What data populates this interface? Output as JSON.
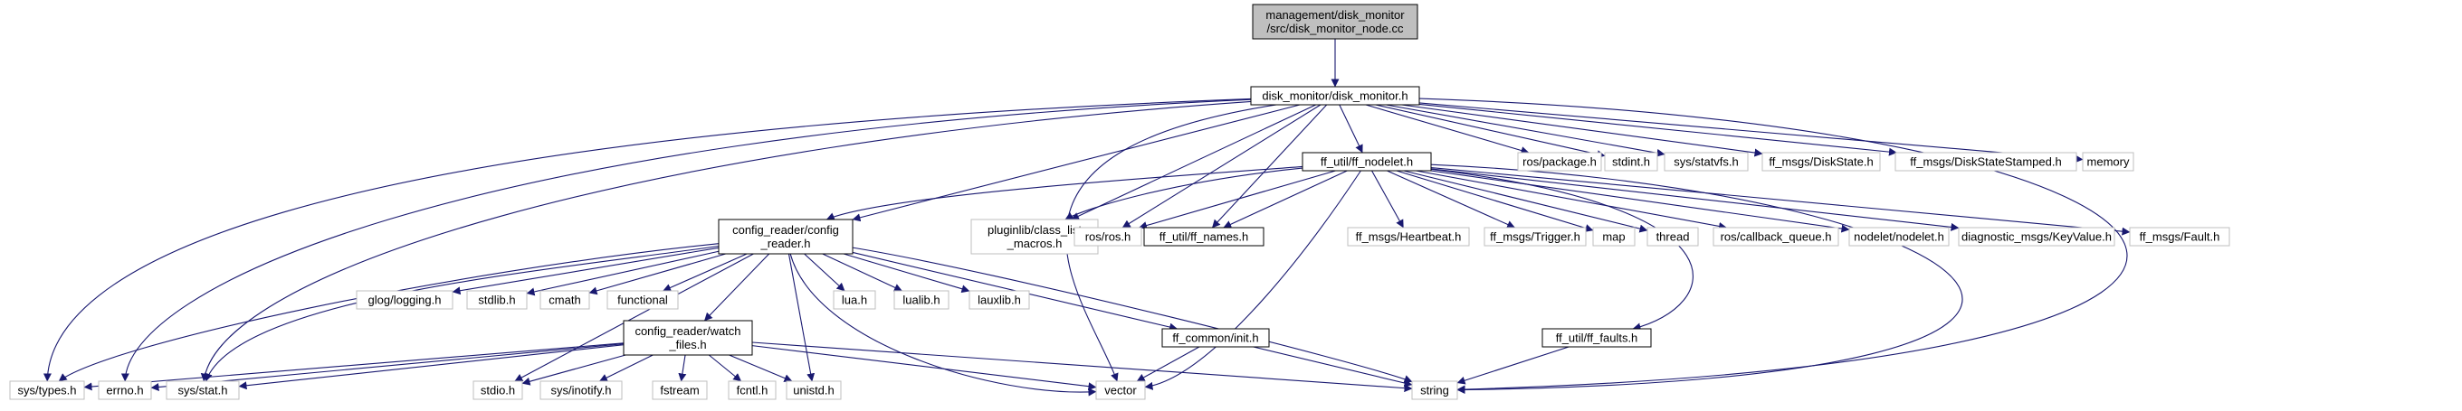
{
  "graph": {
    "colors": {
      "edge": "#191970",
      "root_fill": "#bfbfbf",
      "node_fill": "#ffffff",
      "documented_border": "#000000",
      "undocumented_border": "#bfbfbf"
    },
    "nodes": [
      {
        "id": "root",
        "lines": [
          "management/disk_monitor",
          "/src/disk_monitor_node.cc"
        ],
        "style": "root"
      },
      {
        "id": "disk_monitor_h",
        "lines": [
          "disk_monitor/disk_monitor.h"
        ],
        "style": "documented"
      },
      {
        "id": "ff_nodelet_h",
        "lines": [
          "ff_util/ff_nodelet.h"
        ],
        "style": "documented"
      },
      {
        "id": "config_reader_h",
        "lines": [
          "config_reader/config",
          "_reader.h"
        ],
        "style": "documented"
      },
      {
        "id": "watch_files_h",
        "lines": [
          "config_reader/watch",
          "_files.h"
        ],
        "style": "documented"
      },
      {
        "id": "ff_names_h",
        "lines": [
          "ff_util/ff_names.h"
        ],
        "style": "documented"
      },
      {
        "id": "ff_common_init_h",
        "lines": [
          "ff_common/init.h"
        ],
        "style": "documented"
      },
      {
        "id": "ff_faults_h",
        "lines": [
          "ff_util/ff_faults.h"
        ],
        "style": "documented"
      },
      {
        "id": "pluginlib",
        "lines": [
          "pluginlib/class_list",
          "_macros.h"
        ],
        "style": "external"
      },
      {
        "id": "ros_ros_h",
        "lines": [
          "ros/ros.h"
        ],
        "style": "external"
      },
      {
        "id": "ros_package_h",
        "lines": [
          "ros/package.h"
        ],
        "style": "external"
      },
      {
        "id": "stdint_h",
        "lines": [
          "stdint.h"
        ],
        "style": "external"
      },
      {
        "id": "sys_statvfs_h",
        "lines": [
          "sys/statvfs.h"
        ],
        "style": "external"
      },
      {
        "id": "diskstate_h",
        "lines": [
          "ff_msgs/DiskState.h"
        ],
        "style": "external"
      },
      {
        "id": "diskstatestamped_h",
        "lines": [
          "ff_msgs/DiskStateStamped.h"
        ],
        "style": "external"
      },
      {
        "id": "memory",
        "lines": [
          "memory"
        ],
        "style": "external"
      },
      {
        "id": "heartbeat_h",
        "lines": [
          "ff_msgs/Heartbeat.h"
        ],
        "style": "external"
      },
      {
        "id": "trigger_h",
        "lines": [
          "ff_msgs/Trigger.h"
        ],
        "style": "external"
      },
      {
        "id": "map",
        "lines": [
          "map"
        ],
        "style": "external"
      },
      {
        "id": "thread",
        "lines": [
          "thread"
        ],
        "style": "external"
      },
      {
        "id": "callback_queue_h",
        "lines": [
          "ros/callback_queue.h"
        ],
        "style": "external"
      },
      {
        "id": "nodelet_h",
        "lines": [
          "nodelet/nodelet.h"
        ],
        "style": "external"
      },
      {
        "id": "keyvalue_h",
        "lines": [
          "diagnostic_msgs/KeyValue.h"
        ],
        "style": "external"
      },
      {
        "id": "fault_h",
        "lines": [
          "ff_msgs/Fault.h"
        ],
        "style": "external"
      },
      {
        "id": "glog_h",
        "lines": [
          "glog/logging.h"
        ],
        "style": "external"
      },
      {
        "id": "stdlib_h",
        "lines": [
          "stdlib.h"
        ],
        "style": "external"
      },
      {
        "id": "cmath",
        "lines": [
          "cmath"
        ],
        "style": "external"
      },
      {
        "id": "functional",
        "lines": [
          "functional"
        ],
        "style": "external"
      },
      {
        "id": "lua_h",
        "lines": [
          "lua.h"
        ],
        "style": "external"
      },
      {
        "id": "lualib_h",
        "lines": [
          "lualib.h"
        ],
        "style": "external"
      },
      {
        "id": "lauxlib_h",
        "lines": [
          "lauxlib.h"
        ],
        "style": "external"
      },
      {
        "id": "sys_types_h",
        "lines": [
          "sys/types.h"
        ],
        "style": "external"
      },
      {
        "id": "errno_h",
        "lines": [
          "errno.h"
        ],
        "style": "external"
      },
      {
        "id": "sys_stat_h",
        "lines": [
          "sys/stat.h"
        ],
        "style": "external"
      },
      {
        "id": "stdio_h",
        "lines": [
          "stdio.h"
        ],
        "style": "external"
      },
      {
        "id": "sys_inotify_h",
        "lines": [
          "sys/inotify.h"
        ],
        "style": "external"
      },
      {
        "id": "fstream",
        "lines": [
          "fstream"
        ],
        "style": "external"
      },
      {
        "id": "fcntl_h",
        "lines": [
          "fcntl.h"
        ],
        "style": "external"
      },
      {
        "id": "unistd_h",
        "lines": [
          "unistd.h"
        ],
        "style": "external"
      },
      {
        "id": "vector",
        "lines": [
          "vector"
        ],
        "style": "external"
      },
      {
        "id": "string",
        "lines": [
          "string"
        ],
        "style": "external"
      }
    ],
    "edges": [
      [
        "root",
        "disk_monitor_h"
      ],
      [
        "disk_monitor_h",
        "ff_nodelet_h"
      ],
      [
        "disk_monitor_h",
        "config_reader_h"
      ],
      [
        "disk_monitor_h",
        "pluginlib"
      ],
      [
        "disk_monitor_h",
        "ros_ros_h"
      ],
      [
        "disk_monitor_h",
        "ff_names_h"
      ],
      [
        "disk_monitor_h",
        "ros_package_h"
      ],
      [
        "disk_monitor_h",
        "stdint_h"
      ],
      [
        "disk_monitor_h",
        "sys_statvfs_h"
      ],
      [
        "disk_monitor_h",
        "diskstate_h"
      ],
      [
        "disk_monitor_h",
        "diskstatestamped_h"
      ],
      [
        "disk_monitor_h",
        "memory"
      ],
      [
        "disk_monitor_h",
        "sys_types_h"
      ],
      [
        "disk_monitor_h",
        "errno_h"
      ],
      [
        "disk_monitor_h",
        "sys_stat_h"
      ],
      [
        "disk_monitor_h",
        "vector"
      ],
      [
        "disk_monitor_h",
        "string"
      ],
      [
        "ff_nodelet_h",
        "config_reader_h"
      ],
      [
        "ff_nodelet_h",
        "pluginlib"
      ],
      [
        "ff_nodelet_h",
        "ros_ros_h"
      ],
      [
        "ff_nodelet_h",
        "ff_names_h"
      ],
      [
        "ff_nodelet_h",
        "heartbeat_h"
      ],
      [
        "ff_nodelet_h",
        "trigger_h"
      ],
      [
        "ff_nodelet_h",
        "map"
      ],
      [
        "ff_nodelet_h",
        "thread"
      ],
      [
        "ff_nodelet_h",
        "callback_queue_h"
      ],
      [
        "ff_nodelet_h",
        "nodelet_h"
      ],
      [
        "ff_nodelet_h",
        "keyvalue_h"
      ],
      [
        "ff_nodelet_h",
        "fault_h"
      ],
      [
        "ff_nodelet_h",
        "ff_faults_h"
      ],
      [
        "ff_nodelet_h",
        "vector"
      ],
      [
        "ff_nodelet_h",
        "string"
      ],
      [
        "config_reader_h",
        "glog_h"
      ],
      [
        "config_reader_h",
        "stdlib_h"
      ],
      [
        "config_reader_h",
        "cmath"
      ],
      [
        "config_reader_h",
        "functional"
      ],
      [
        "config_reader_h",
        "watch_files_h"
      ],
      [
        "config_reader_h",
        "lua_h"
      ],
      [
        "config_reader_h",
        "lualib_h"
      ],
      [
        "config_reader_h",
        "lauxlib_h"
      ],
      [
        "config_reader_h",
        "ff_common_init_h"
      ],
      [
        "config_reader_h",
        "sys_types_h"
      ],
      [
        "config_reader_h",
        "sys_stat_h"
      ],
      [
        "config_reader_h",
        "stdio_h"
      ],
      [
        "config_reader_h",
        "unistd_h"
      ],
      [
        "config_reader_h",
        "vector"
      ],
      [
        "config_reader_h",
        "string"
      ],
      [
        "watch_files_h",
        "sys_types_h"
      ],
      [
        "watch_files_h",
        "errno_h"
      ],
      [
        "watch_files_h",
        "sys_stat_h"
      ],
      [
        "watch_files_h",
        "stdio_h"
      ],
      [
        "watch_files_h",
        "sys_inotify_h"
      ],
      [
        "watch_files_h",
        "fstream"
      ],
      [
        "watch_files_h",
        "fcntl_h"
      ],
      [
        "watch_files_h",
        "unistd_h"
      ],
      [
        "watch_files_h",
        "vector"
      ],
      [
        "watch_files_h",
        "string"
      ],
      [
        "ff_common_init_h",
        "vector"
      ],
      [
        "ff_common_init_h",
        "string"
      ],
      [
        "ff_faults_h",
        "string"
      ]
    ]
  }
}
